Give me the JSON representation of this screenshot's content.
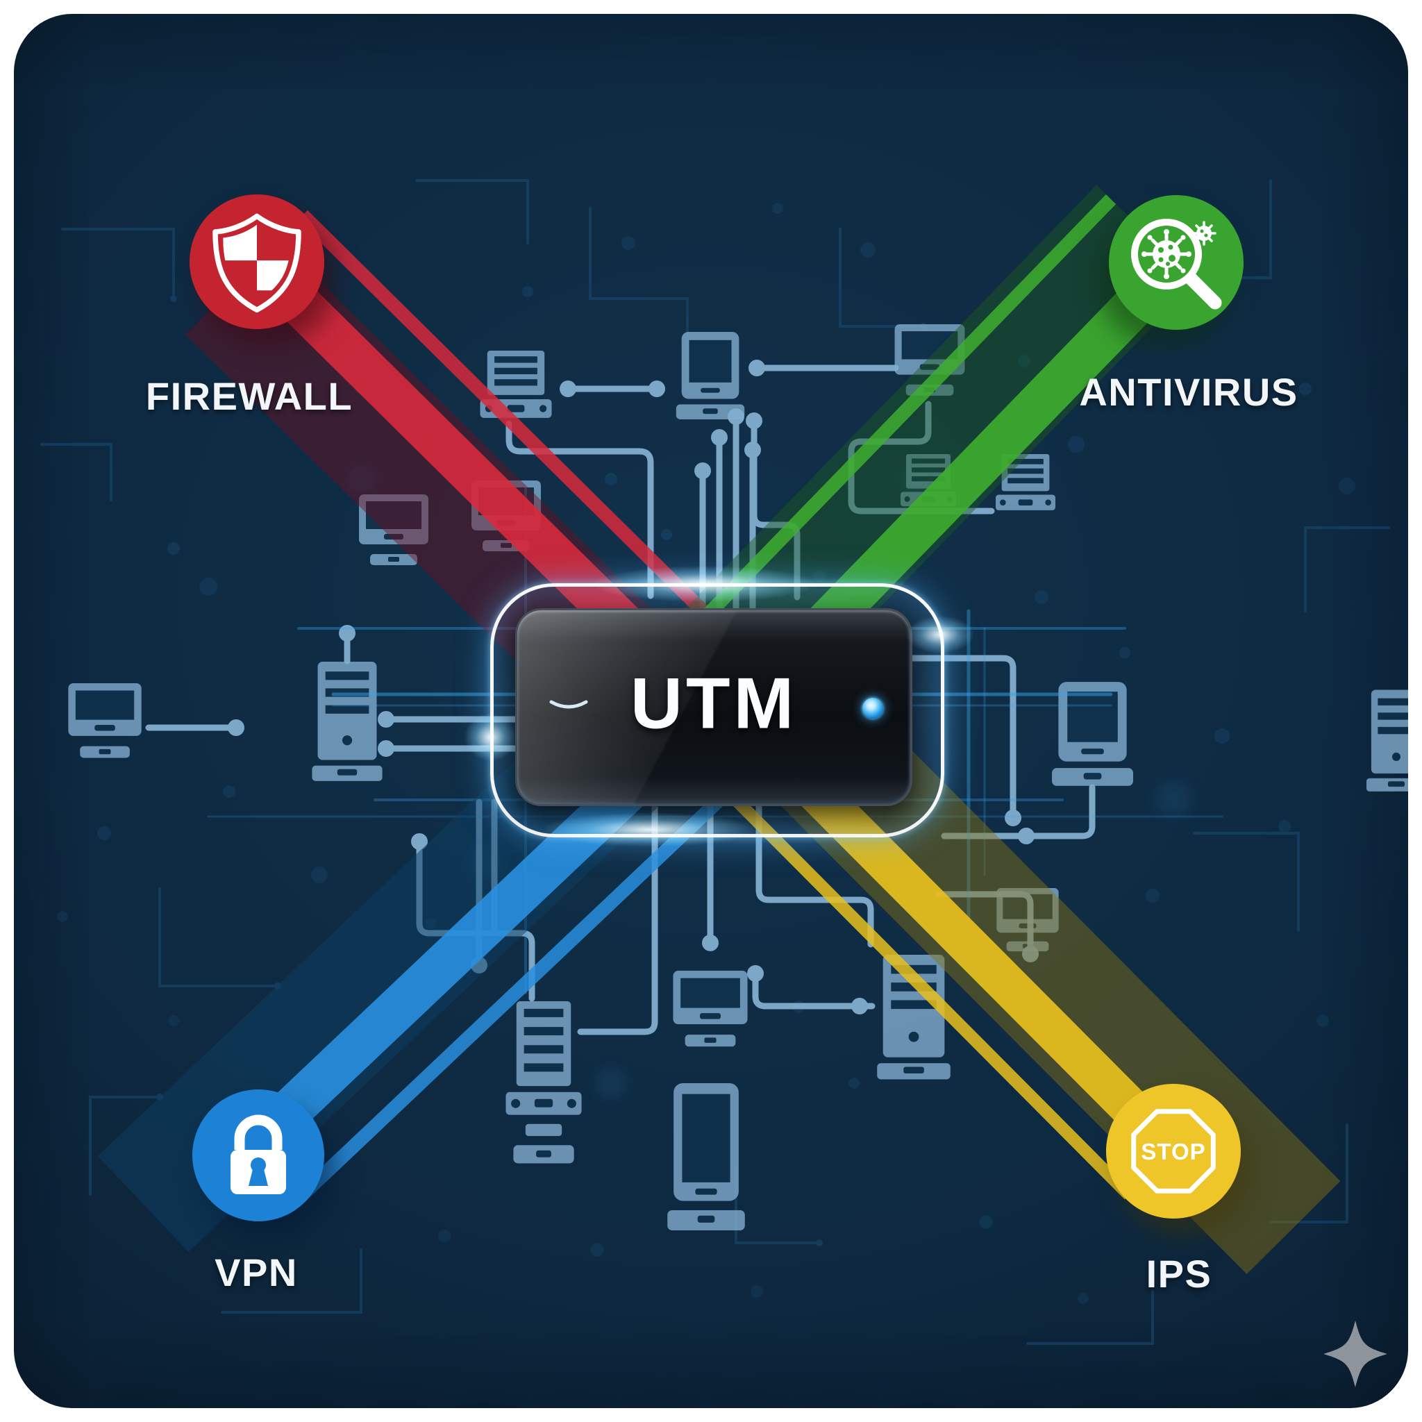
{
  "figure": {
    "device_label": "UTM",
    "description": "UTM unified threat management security diagram"
  },
  "nodes": {
    "firewall": {
      "label": "FIREWALL"
    },
    "antivirus": {
      "label": "ANTIVIRUS"
    },
    "vpn": {
      "label": "VPN"
    },
    "ips": {
      "label": "IPS",
      "sign": "STOP"
    }
  },
  "colors": {
    "red": "#c3242f",
    "red-beam": "#d82a3c",
    "red-dark": "#701120",
    "green": "#3aa431",
    "green-beam": "#3fae2f",
    "green-dark": "#1e5c22",
    "blue": "#1d82d6",
    "blue-beam": "#2a8fdf",
    "blue-dark": "#0d3f63",
    "yellow": "#eec62a",
    "yellow-beam": "#e8c01e",
    "yellow-dark": "#8a7313",
    "panel": "#0b2032",
    "panel-light": "#11304a",
    "icon": "#7fa9cb",
    "icon-window": "#10334e",
    "accent": "#37a5ee",
    "line": "#84aecf",
    "circuit": "#1a4f78",
    "white": "#ffffff",
    "sparkle": "#8e949c"
  },
  "icon_names": [
    "shield-checker-icon",
    "virus-scan-magnifier-icon",
    "padlock-icon",
    "stop-octagon-icon",
    "sparkle-icon",
    "server-icon",
    "monitor-icon",
    "tablet-icon",
    "hub-icon",
    "led-indicator",
    "power-dash-icon"
  ]
}
